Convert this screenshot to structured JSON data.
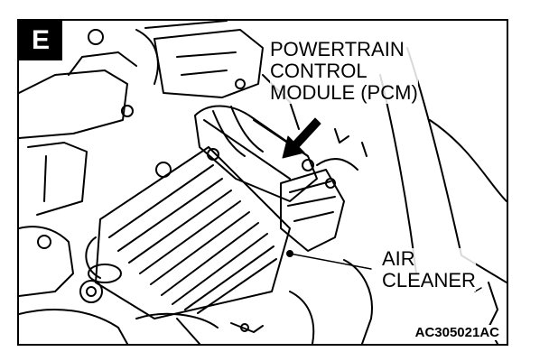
{
  "figure": {
    "panel_letter": "E",
    "figure_code": "AC305021AC",
    "labels": {
      "pcm": [
        "POWERTRAIN",
        "CONTROL",
        "MODULE (PCM)"
      ],
      "air_cleaner": [
        "AIR",
        "CLEANER"
      ]
    },
    "colors": {
      "ink": "#000000",
      "paper": "#ffffff"
    }
  }
}
